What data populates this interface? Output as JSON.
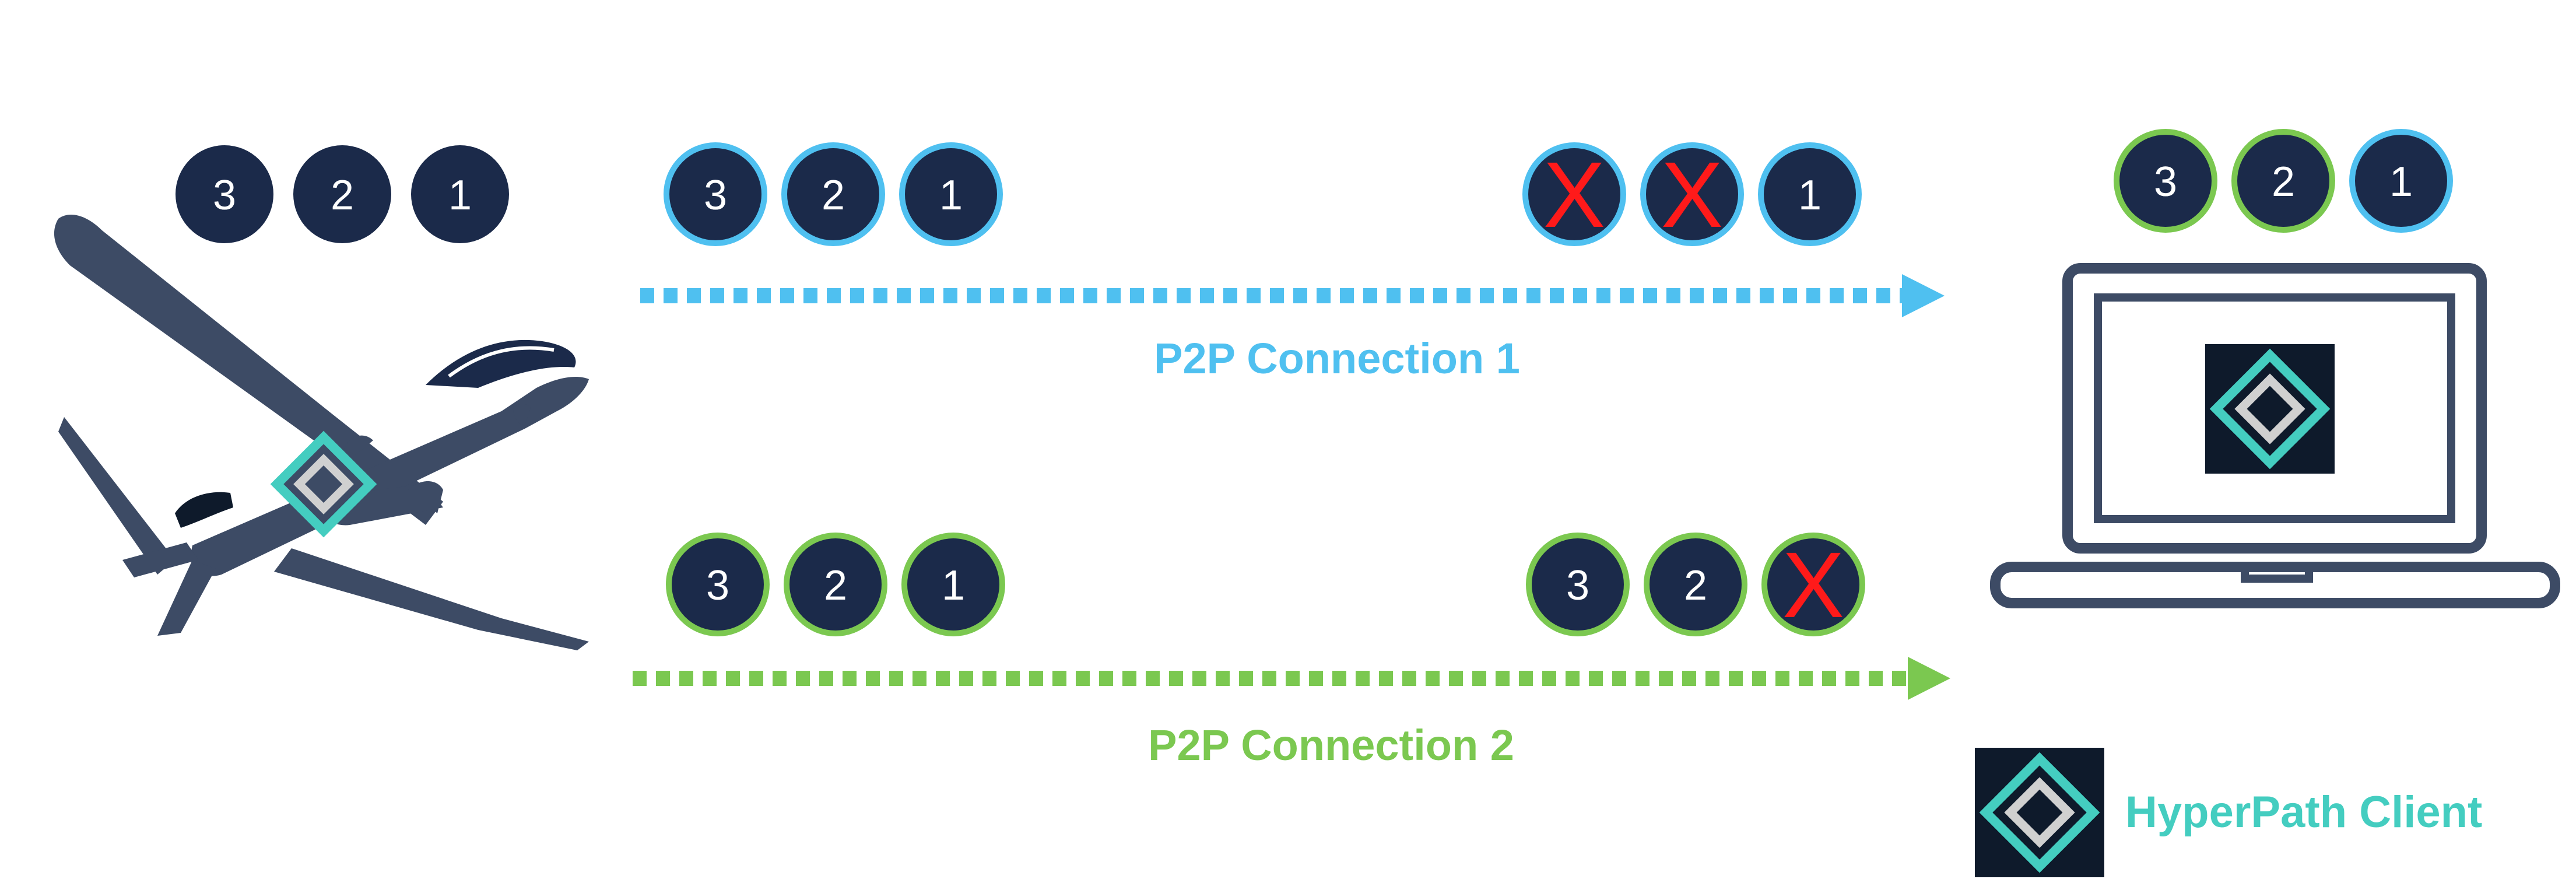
{
  "colors": {
    "navy": "#1b2a4a",
    "aircraft": "#3d4b65",
    "blue": "#4fc0f0",
    "green": "#7bc850",
    "lost_x": "#ff1a1a",
    "teal": "#44cdc0",
    "logo_bg": "#0e1a2b",
    "laptop": "#3d4b65"
  },
  "icons": {
    "aircraft": "drone-icon",
    "laptop": "laptop-icon",
    "logo": "hyperpath-diamond-icon"
  },
  "source_packets": [
    {
      "label": "3"
    },
    {
      "label": "2"
    },
    {
      "label": "1"
    }
  ],
  "connections": [
    {
      "label": "P2P Connection 1",
      "color": "#4fc0f0",
      "sent": [
        {
          "label": "3",
          "lost": false
        },
        {
          "label": "2",
          "lost": false
        },
        {
          "label": "1",
          "lost": false
        }
      ],
      "received": [
        {
          "label": "X",
          "lost": true
        },
        {
          "label": "X",
          "lost": true
        },
        {
          "label": "1",
          "lost": false
        }
      ]
    },
    {
      "label": "P2P Connection 2",
      "color": "#7bc850",
      "sent": [
        {
          "label": "3",
          "lost": false
        },
        {
          "label": "2",
          "lost": false
        },
        {
          "label": "1",
          "lost": false
        }
      ],
      "received": [
        {
          "label": "3",
          "lost": false
        },
        {
          "label": "2",
          "lost": false
        },
        {
          "label": "X",
          "lost": true
        }
      ]
    }
  ],
  "client_packets": [
    {
      "label": "3",
      "via": "green"
    },
    {
      "label": "2",
      "via": "green"
    },
    {
      "label": "1",
      "via": "blue"
    }
  ],
  "legend": {
    "label": "HyperPath Client"
  }
}
